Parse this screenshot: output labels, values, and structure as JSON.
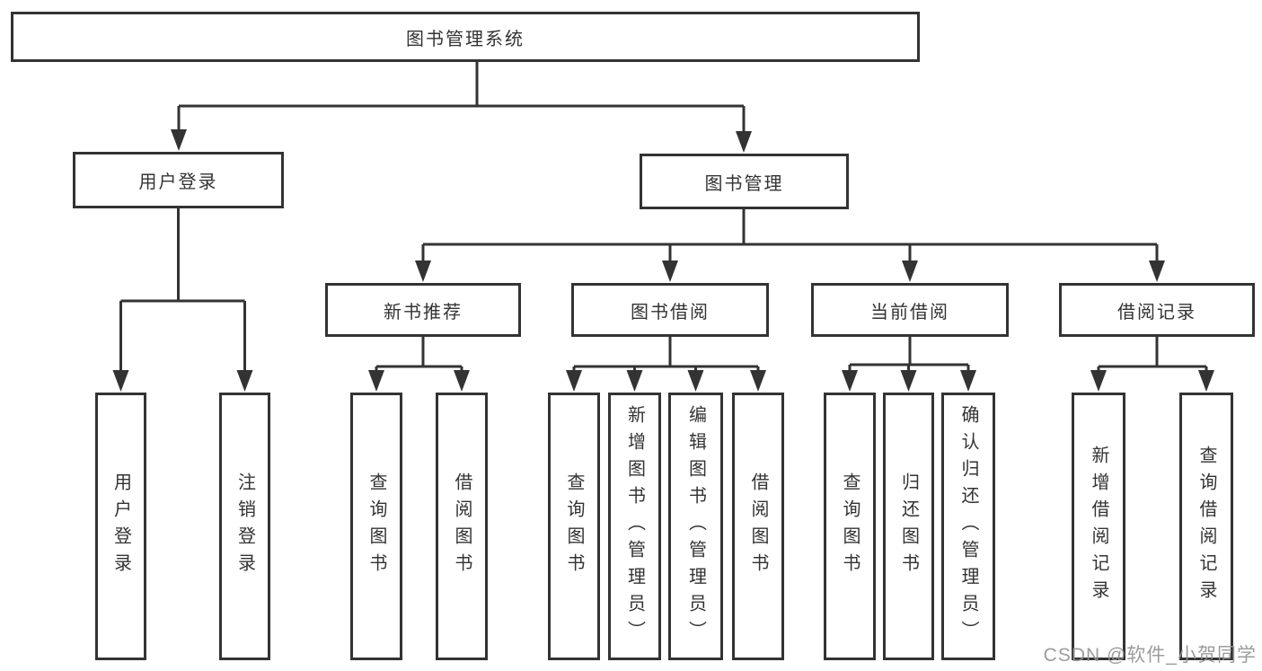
{
  "tree": {
    "root": "图书管理系统",
    "branches": [
      {
        "label": "用户登录",
        "children": [
          "用户登录",
          "注销登录"
        ]
      },
      {
        "label": "图书管理",
        "children": [
          {
            "label": "新书推荐",
            "children": [
              "查询图书",
              "借阅图书"
            ]
          },
          {
            "label": "图书借阅",
            "children": [
              "查询图书",
              "新增图书（管理员）",
              "编辑图书（管理员）",
              "借阅图书"
            ]
          },
          {
            "label": "当前借阅",
            "children": [
              "查询图书",
              "归还图书",
              "确认归还（管理员）"
            ]
          },
          {
            "label": "借阅记录",
            "children": [
              "新增借阅记录",
              "查询借阅记录"
            ]
          }
        ]
      }
    ]
  },
  "colors": {
    "line": "#333333",
    "text": "#333333",
    "background": "#ffffff",
    "watermark": "#949494"
  },
  "watermark": {
    "text": "CSDN @软件_小贺同学"
  }
}
